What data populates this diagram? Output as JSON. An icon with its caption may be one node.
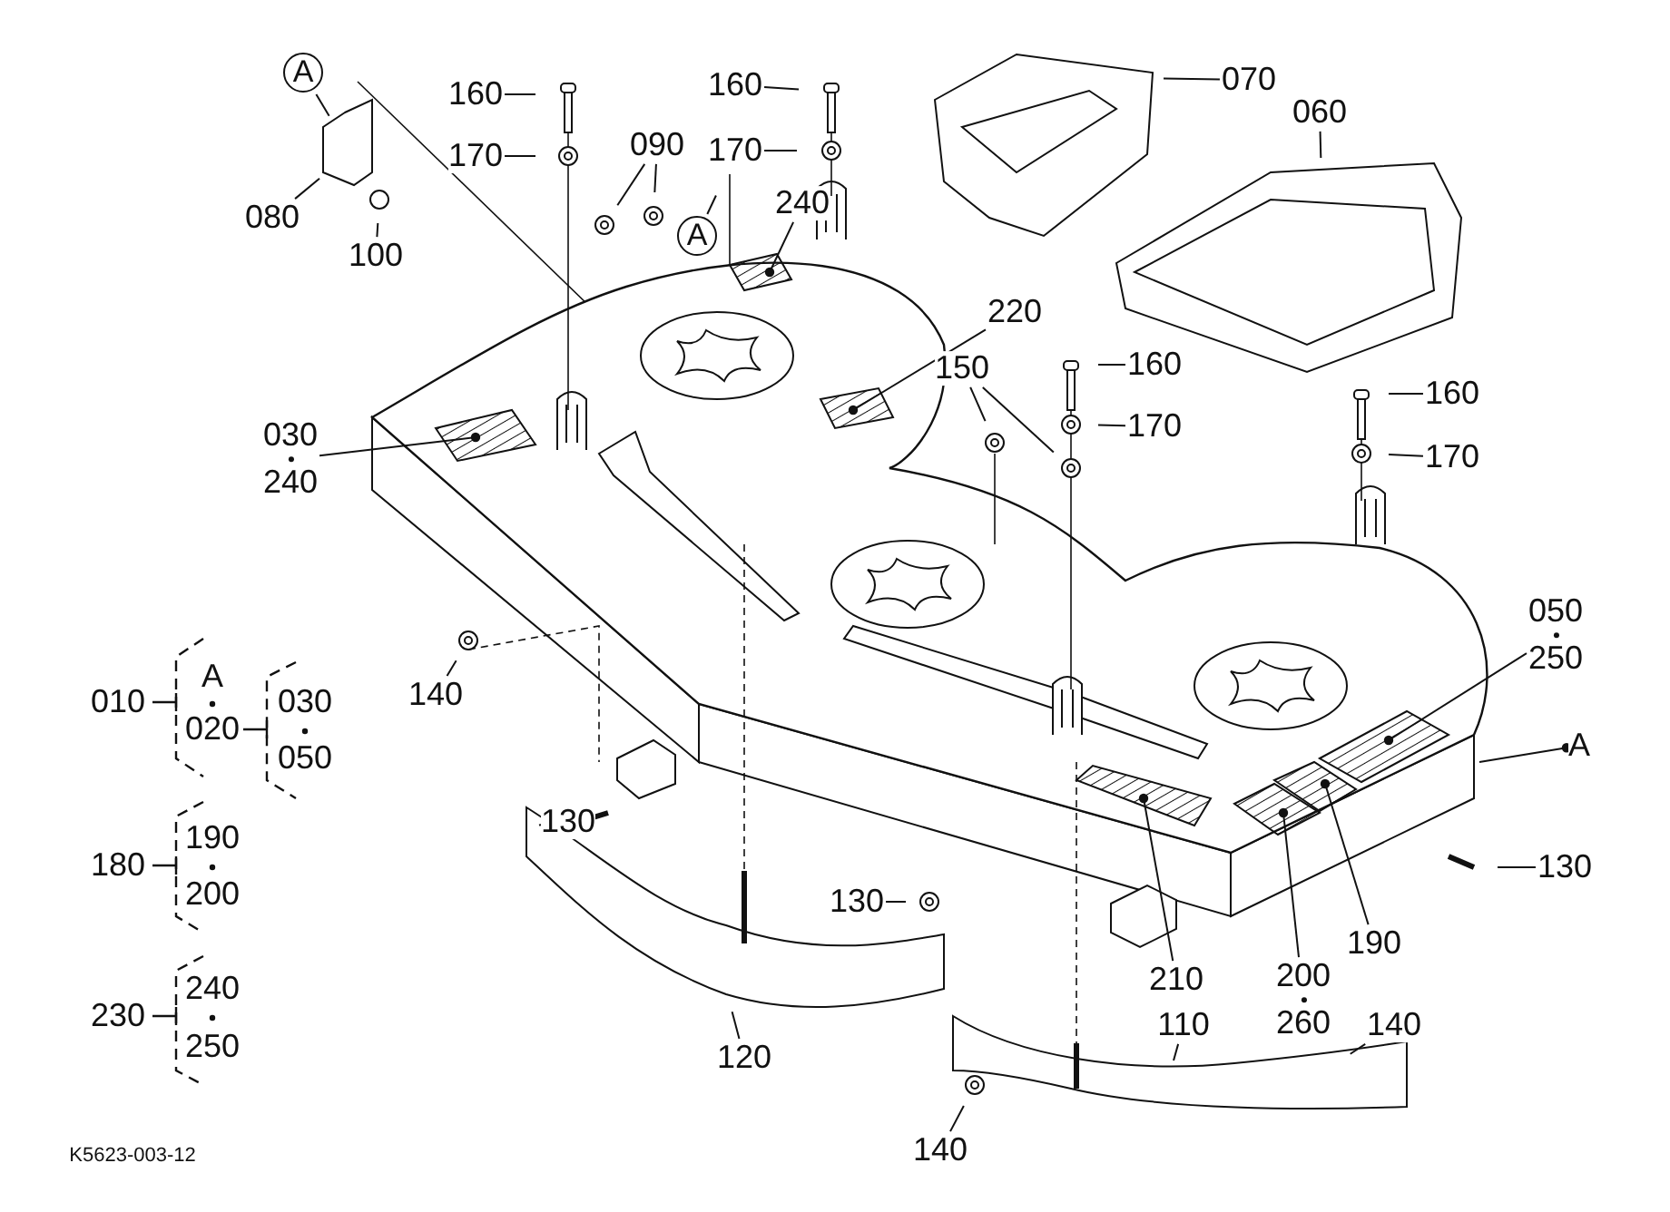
{
  "diagram": {
    "nodes": [
      {
        "text": [
          "A"
        ]
      },
      {
        "text": [
          "160"
        ]
      },
      {
        "text": [
          "170"
        ]
      },
      {
        "text": [
          "090"
        ]
      },
      {
        "text": [
          "A"
        ]
      },
      {
        "text": [
          "240"
        ]
      },
      {
        "text": [
          "080"
        ]
      },
      {
        "text": [
          "100"
        ]
      },
      {
        "text": [
          "160"
        ]
      },
      {
        "text": [
          "170"
        ]
      },
      {
        "text": [
          "070"
        ]
      },
      {
        "text": [
          "060"
        ]
      },
      {
        "text": [
          "220"
        ]
      },
      {
        "text": [
          "150"
        ]
      },
      {
        "text": [
          "160"
        ]
      },
      {
        "text": [
          "170"
        ]
      },
      {
        "text": [
          "160"
        ]
      },
      {
        "text": [
          "170"
        ]
      },
      {
        "text": [
          "030",
          "240"
        ]
      },
      {
        "text": [
          "050",
          "250"
        ]
      },
      {
        "text": [
          "140"
        ]
      },
      {
        "text": [
          "A"
        ]
      },
      {
        "text": [
          "130"
        ]
      },
      {
        "text": [
          "130"
        ]
      },
      {
        "text": [
          "130"
        ]
      },
      {
        "text": [
          "210"
        ]
      },
      {
        "text": [
          "190"
        ]
      },
      {
        "text": [
          "200",
          "260"
        ]
      },
      {
        "text": [
          "120"
        ]
      },
      {
        "text": [
          "110"
        ]
      },
      {
        "text": [
          "140"
        ]
      },
      {
        "text": [
          "140"
        ]
      }
    ],
    "edges": [
      {
        "from": 0,
        "to": null,
        "arrow": "none"
      },
      {
        "from": 1,
        "to": null,
        "arrow": "none"
      },
      {
        "from": 2,
        "to": null,
        "arrow": "none"
      },
      {
        "from": 3,
        "to": null,
        "arrow": "none"
      },
      {
        "from": 3,
        "to": null,
        "arrow": "none"
      },
      {
        "from": 4,
        "to": null,
        "arrow": "none"
      },
      {
        "from": 5,
        "to": null,
        "arrow": "other"
      },
      {
        "from": 6,
        "to": null,
        "arrow": "none"
      },
      {
        "from": 7,
        "to": null,
        "arrow": "none"
      },
      {
        "from": 8,
        "to": null,
        "arrow": "none"
      },
      {
        "from": 9,
        "to": null,
        "arrow": "none"
      },
      {
        "from": 10,
        "to": null,
        "arrow": "none"
      },
      {
        "from": 11,
        "to": null,
        "arrow": "none"
      },
      {
        "from": 12,
        "to": null,
        "arrow": "other"
      },
      {
        "from": 13,
        "to": null,
        "arrow": "none"
      },
      {
        "from": 13,
        "to": null,
        "arrow": "none"
      },
      {
        "from": 14,
        "to": null,
        "arrow": "none"
      },
      {
        "from": 15,
        "to": null,
        "arrow": "none"
      },
      {
        "from": 16,
        "to": null,
        "arrow": "none"
      },
      {
        "from": 17,
        "to": null,
        "arrow": "none"
      },
      {
        "from": 18,
        "to": null,
        "arrow": "other"
      },
      {
        "from": 19,
        "to": null,
        "arrow": "other"
      },
      {
        "from": null,
        "to": 21,
        "arrow": "other"
      },
      {
        "from": 20,
        "to": null,
        "arrow": "none"
      },
      {
        "from": 22,
        "to": null,
        "arrow": "none"
      },
      {
        "from": 23,
        "to": null,
        "arrow": "none"
      },
      {
        "from": 24,
        "to": null,
        "arrow": "none"
      },
      {
        "from": 25,
        "to": null,
        "arrow": "other"
      },
      {
        "from": 26,
        "to": null,
        "arrow": "other"
      },
      {
        "from": 27,
        "to": null,
        "arrow": "other"
      },
      {
        "from": 28,
        "to": null,
        "arrow": "none"
      },
      {
        "from": 29,
        "to": null,
        "arrow": "none"
      },
      {
        "from": 30,
        "to": null,
        "arrow": "none"
      },
      {
        "from": 31,
        "to": null,
        "arrow": "none"
      }
    ],
    "labels": [
      "010",
      "A",
      "020",
      "030",
      "050",
      "180",
      "190",
      "200",
      "230",
      "240",
      "250",
      "K5623-003-12"
    ]
  }
}
